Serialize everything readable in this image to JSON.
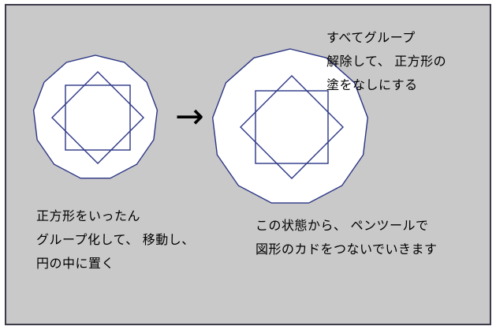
{
  "diagram": {
    "arrow_glyph": "→",
    "annotations": {
      "top_right": {
        "lines": [
          "すべてグループ",
          "解除して、 正方形の",
          "塗をなしにする"
        ]
      },
      "bottom_left": {
        "lines": [
          "正方形をいったん",
          "グループ化して、 移動し、",
          "円の中に置く"
        ]
      },
      "bottom_right": {
        "lines": [
          "この状態から、 ペンツールで",
          "図形のカドをつないでいきます"
        ]
      }
    },
    "colors": {
      "background": "#c9c9c9",
      "frame_border": "#3b3b4a",
      "shape_stroke": "#2b3585",
      "circle_fill": "#ffffff",
      "text": "#000000"
    }
  }
}
